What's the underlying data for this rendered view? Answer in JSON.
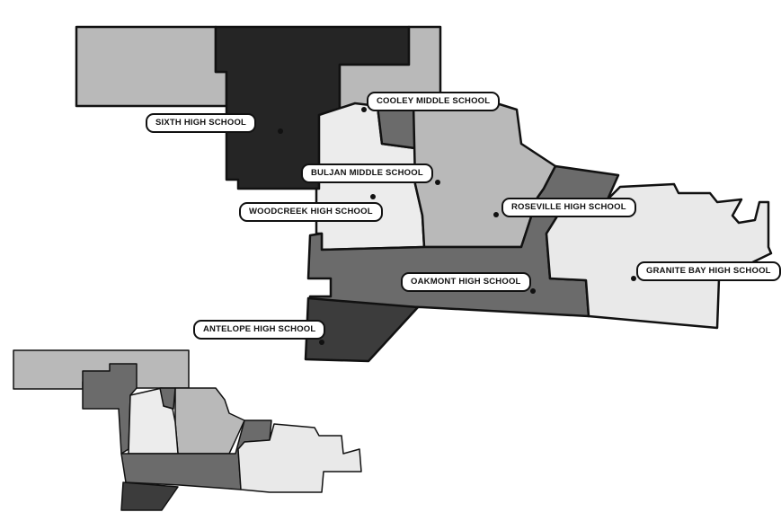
{
  "map": {
    "colors": {
      "light": "#e9e9e9",
      "light_mid": "#b9b9b9",
      "mid": "#6b6b6b",
      "dark": "#3c3c3c",
      "darkest": "#252525",
      "outline": "#111111"
    }
  },
  "schools": [
    {
      "id": "sixth",
      "name": "SIXTH HIGH SCHOOL"
    },
    {
      "id": "cooley",
      "name": "COOLEY MIDDLE SCHOOL"
    },
    {
      "id": "buljan",
      "name": "BULJAN MIDDLE SCHOOL"
    },
    {
      "id": "woodcreek",
      "name": "WOODCREEK HIGH SCHOOL"
    },
    {
      "id": "roseville",
      "name": "ROSEVILLE HIGH SCHOOL"
    },
    {
      "id": "granite",
      "name": "GRANITE BAY HIGH SCHOOL"
    },
    {
      "id": "oakmont",
      "name": "OAKMONT HIGH SCHOOL"
    },
    {
      "id": "antelope",
      "name": "ANTELOPE HIGH SCHOOL"
    }
  ]
}
